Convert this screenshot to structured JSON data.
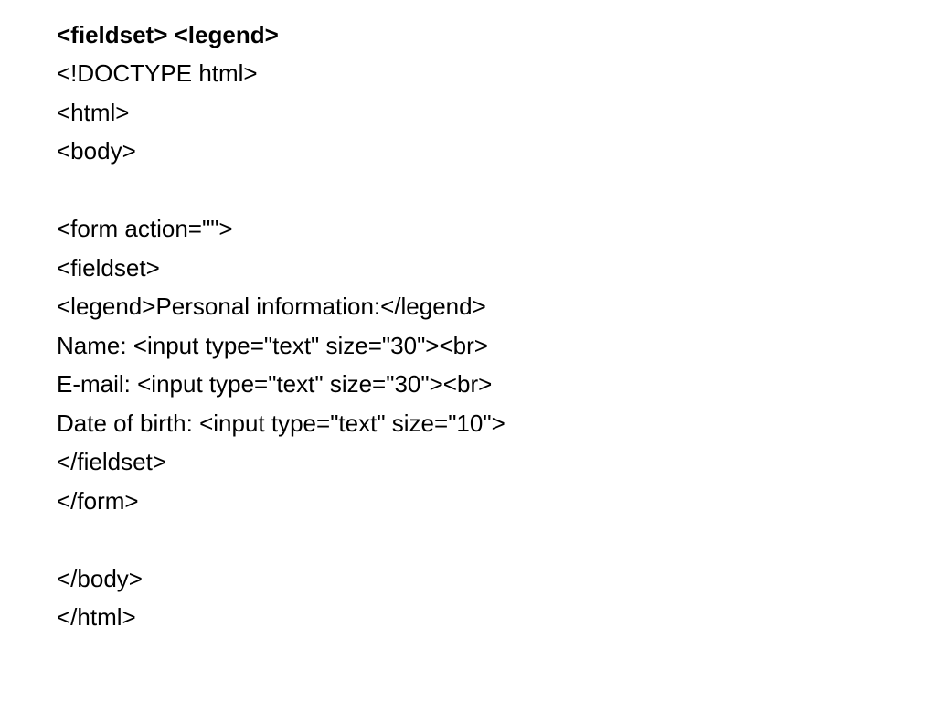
{
  "slide": {
    "title": "<fieldset> <legend>",
    "lines": [
      "<!DOCTYPE html>",
      "<html>",
      "<body>",
      "",
      "<form action=\"\">",
      "<fieldset>",
      "<legend>Personal information:</legend>",
      "Name: <input type=\"text\" size=\"30\"><br>",
      "E-mail: <input type=\"text\" size=\"30\"><br>",
      "Date of birth: <input type=\"text\" size=\"10\">",
      "</fieldset>",
      "</form>",
      "",
      "</body>",
      "</html>"
    ]
  }
}
